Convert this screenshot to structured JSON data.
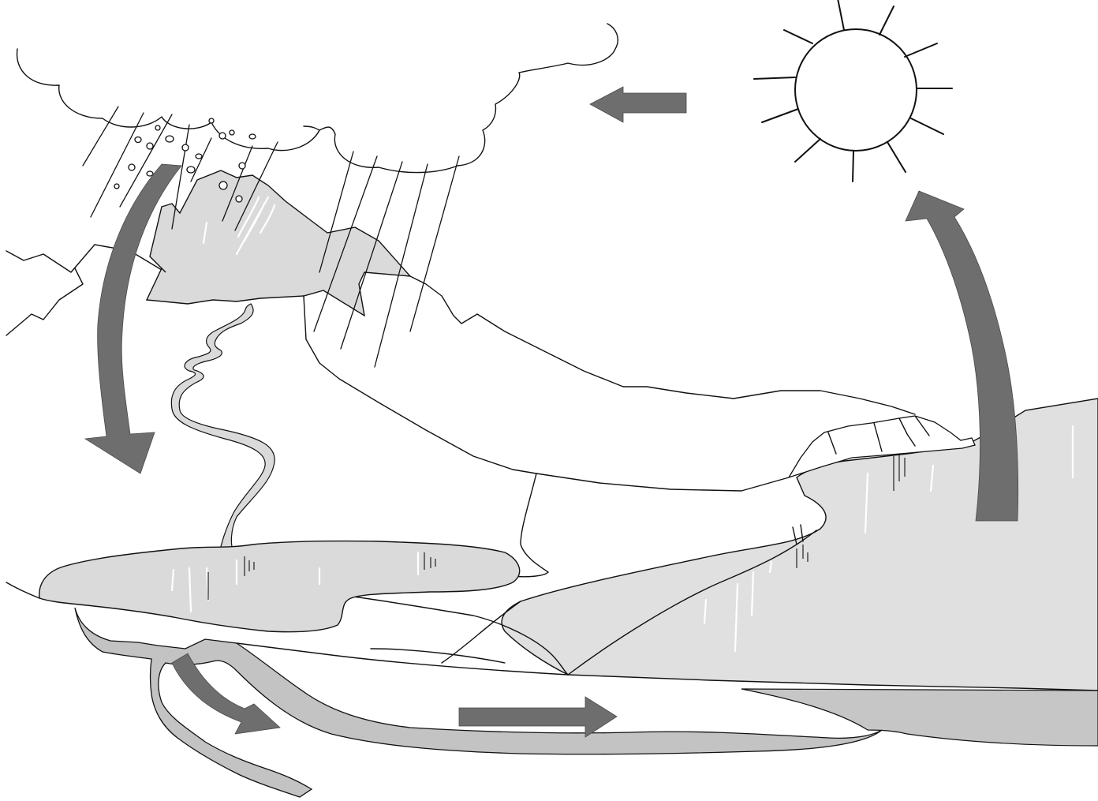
{
  "colors": {
    "background": "#ffffff",
    "outline": "#111111",
    "snowcap": "#dadada",
    "lake": "#dadada",
    "ocean": "#e0e0e0",
    "deep_ocean": "#c6c6c6",
    "groundwater": "#c3c3c3",
    "arrow": "#6e6e6e",
    "sun_fill": "#ffffff"
  },
  "icons": {
    "sun": "sun-icon",
    "clouds": "cloud-icon",
    "rain": "rain-icon",
    "hail": "hail-icon",
    "arrows": "arrow-icon"
  },
  "flow_arrows": [
    {
      "name": "precipitation",
      "direction": "down"
    },
    {
      "name": "evaporation",
      "direction": "up"
    },
    {
      "name": "condensation",
      "direction": "left"
    },
    {
      "name": "groundwater-flow",
      "direction": "right"
    },
    {
      "name": "infiltration",
      "direction": "down-right"
    }
  ]
}
